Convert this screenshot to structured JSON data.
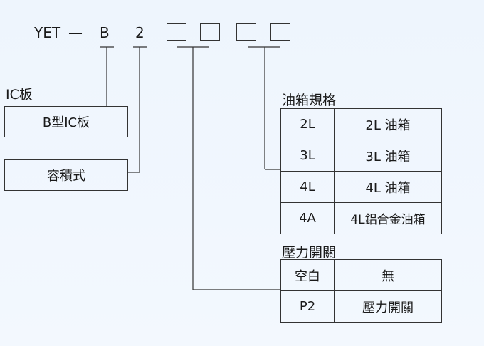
{
  "code": {
    "prefix": "YET",
    "dash": "—",
    "pos1": "B",
    "pos2": "2"
  },
  "ic_board": {
    "title": "IC板",
    "value": "B型IC板"
  },
  "capacity": {
    "value": "容積式"
  },
  "tank": {
    "title": "油箱規格",
    "rows": [
      {
        "code": "2L",
        "desc": "2L 油箱"
      },
      {
        "code": "3L",
        "desc": "3L 油箱"
      },
      {
        "code": "4L",
        "desc": "4L 油箱"
      },
      {
        "code": "4A",
        "desc": "4L鋁合金油箱"
      }
    ]
  },
  "pressure": {
    "title": "壓力開關",
    "rows": [
      {
        "code": "空白",
        "desc": "無"
      },
      {
        "code": "P2",
        "desc": "壓力開關"
      }
    ]
  }
}
